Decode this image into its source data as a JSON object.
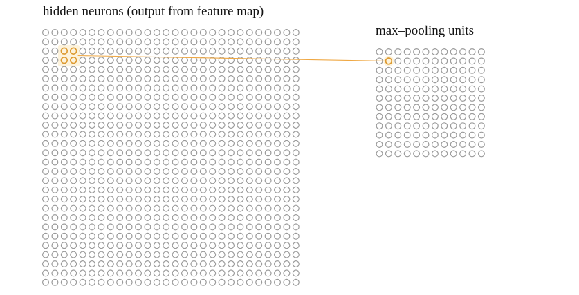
{
  "figure": {
    "left_grid": {
      "label": "hidden neurons (output from feature map)",
      "rows": 28,
      "cols": 28,
      "highlight_block": {
        "row_start": 3,
        "row_end": 4,
        "col_start": 3,
        "col_end": 4,
        "description": "2x2 block of orange-highlighted neurons"
      }
    },
    "right_grid": {
      "label": "max–pooling units",
      "rows": 12,
      "cols": 12,
      "highlight_unit": {
        "row": 2,
        "col": 2,
        "description": "orange-highlighted pooling unit"
      }
    },
    "connector": {
      "description": "orange line from highlighted 2x2 neuron block to highlighted max-pooling unit"
    },
    "colors": {
      "neuron_stroke": "#9a9a9a",
      "highlight_stroke": "#dd9a30",
      "highlight_halo": "#fdf3dc",
      "connector": "#efa844",
      "text": "#141414",
      "background": "#ffffff"
    }
  }
}
